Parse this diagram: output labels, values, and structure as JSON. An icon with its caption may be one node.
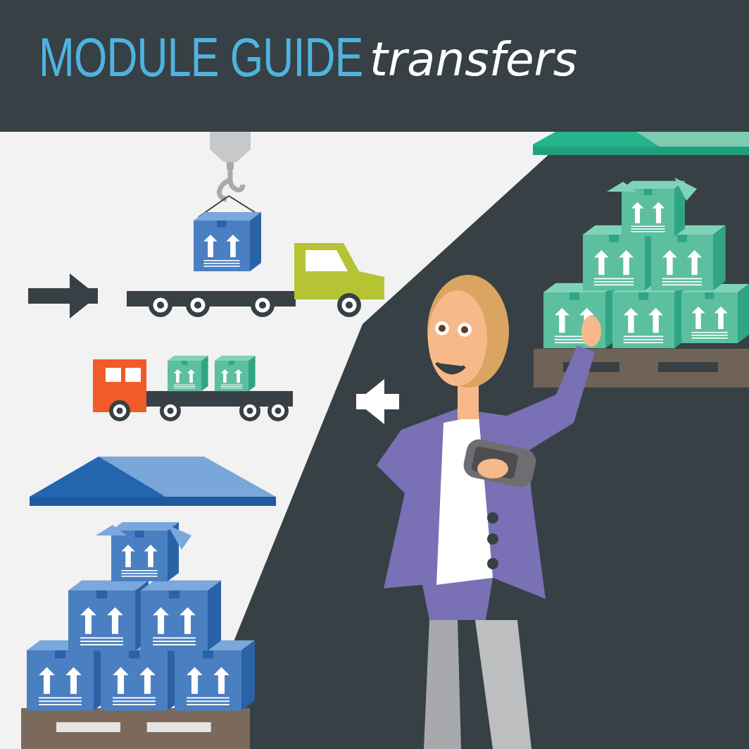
{
  "diagram": {
    "title": "MODULE GUIDE",
    "nodes": [
      {
        "text": [],
        "shape": "picture"
      },
      {
        "text": [],
        "shape": "picture"
      }
    ],
    "edges": [
      {
        "from": null,
        "to": 0,
        "arrow": "to"
      },
      {
        "from": null,
        "to": 1,
        "arrow": "to",
        "color": "#ffffff"
      }
    ],
    "labels": [
      "transfers"
    ]
  }
}
